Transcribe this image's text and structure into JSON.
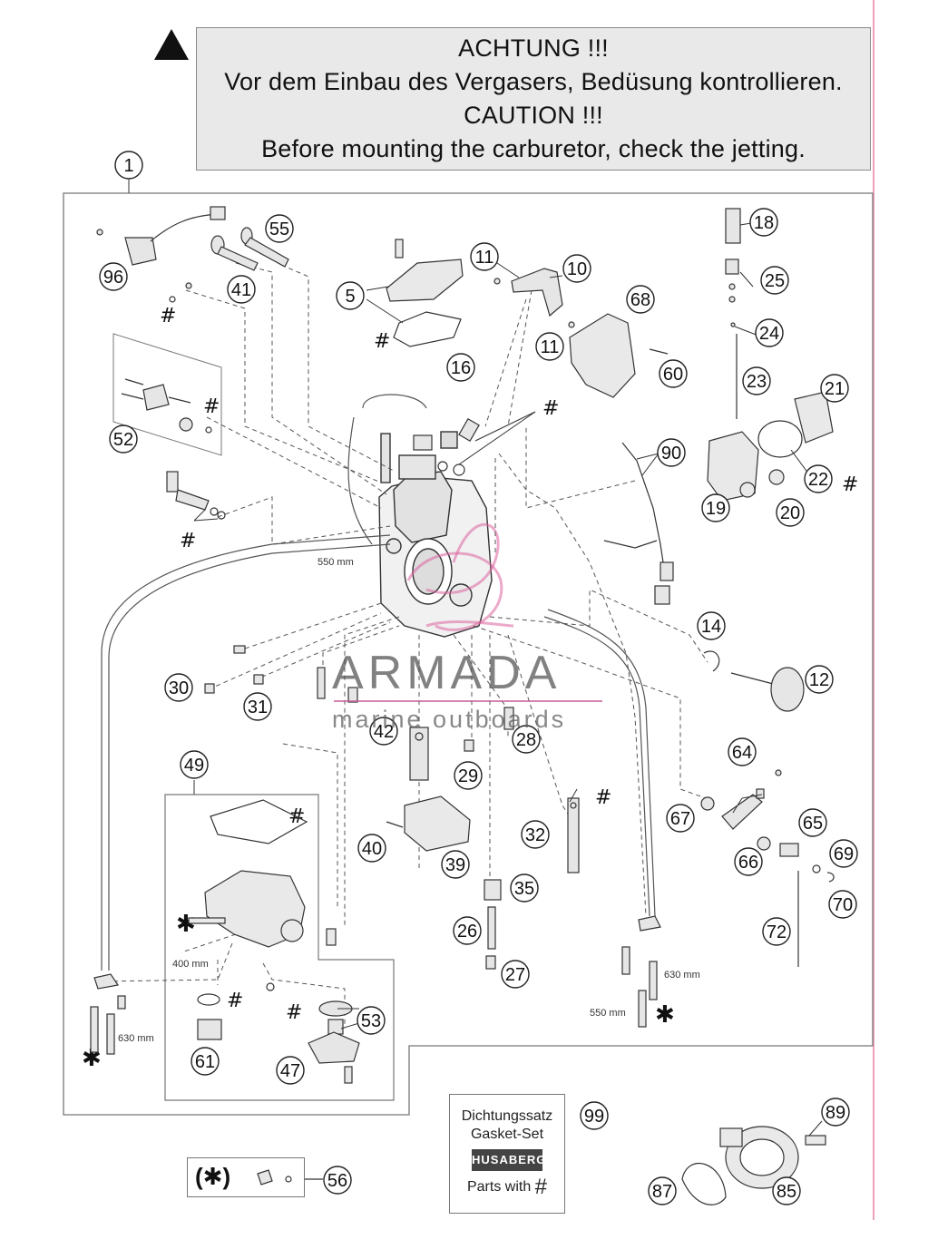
{
  "warning": {
    "line1": "ACHTUNG !!!",
    "line2": "Vor dem Einbau des Vergasers, Bedüsung kontrollieren.",
    "line3": "CAUTION !!!",
    "line4": "Before mounting the carburetor, check the jetting."
  },
  "callouts": {
    "c1": "1",
    "c96": "96",
    "c41": "41",
    "c55": "55",
    "c5": "5",
    "c11a": "11",
    "c10": "10",
    "c68": "68",
    "c11b": "11",
    "c60": "60",
    "c18": "18",
    "c25": "25",
    "c24": "24",
    "c23": "23",
    "c21": "21",
    "c22": "22",
    "c19": "19",
    "c20": "20",
    "c16": "16",
    "c90": "90",
    "c52": "52",
    "c14": "14",
    "c12": "12",
    "c30": "30",
    "c31": "31",
    "c42": "42",
    "c28": "28",
    "c29": "29",
    "c49": "49",
    "c40": "40",
    "c39": "39",
    "c32": "32",
    "c35": "35",
    "c26": "26",
    "c27": "27",
    "c64": "64",
    "c67": "67",
    "c65": "65",
    "c66": "66",
    "c69": "69",
    "c70": "70",
    "c72": "72",
    "c53": "53",
    "c61": "61",
    "c47": "47",
    "c99": "99",
    "c89": "89",
    "c87": "87",
    "c85": "85",
    "c56": "56"
  },
  "dimensions": {
    "d550a": "550 mm",
    "d400": "400 mm",
    "d630a": "630 mm",
    "d630b": "630 mm",
    "d550b": "550 mm"
  },
  "watermark": {
    "brand": "ARMADA",
    "sub": "marine outboards"
  },
  "gasket_set": {
    "line1": "Dichtungssatz",
    "line2": "Gasket-Set",
    "logo": "HUSABERG",
    "parts_with": "Parts with",
    "hash": "#"
  },
  "star_box": {
    "label": "(✱)"
  },
  "marks": {
    "hash": "#",
    "star": "✱"
  }
}
